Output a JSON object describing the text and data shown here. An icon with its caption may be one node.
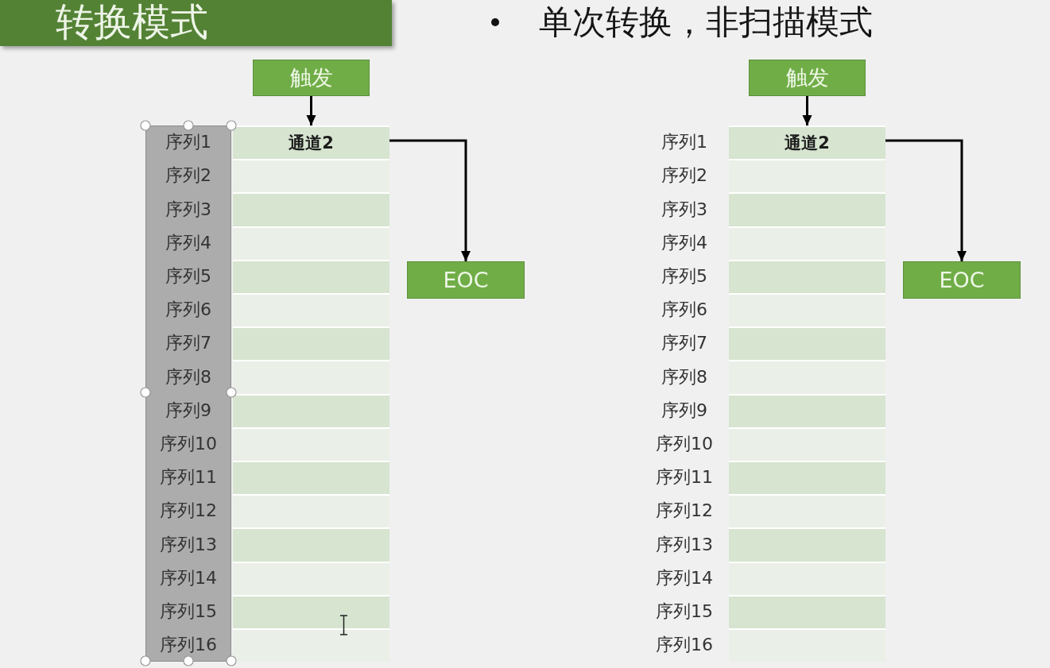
{
  "diagram": {
    "title": "转换模式",
    "nodes": [
      {
        "text": [
          "触发"
        ]
      },
      {
        "text": [
          "通道2"
        ]
      },
      {
        "text": [],
        "shape": "box"
      },
      {
        "text": [],
        "shape": "box"
      },
      {
        "text": [],
        "shape": "box"
      },
      {
        "text": [],
        "shape": "box"
      },
      {
        "text": [],
        "shape": "box"
      },
      {
        "text": [],
        "shape": "box"
      },
      {
        "text": [],
        "shape": "box"
      },
      {
        "text": [],
        "shape": "box"
      },
      {
        "text": [],
        "shape": "box"
      },
      {
        "text": [],
        "shape": "box"
      },
      {
        "text": [],
        "shape": "box"
      },
      {
        "text": [],
        "shape": "box"
      },
      {
        "text": [],
        "shape": "box"
      },
      {
        "text": [],
        "shape": "box"
      },
      {
        "text": [],
        "shape": "box"
      },
      {
        "text": [
          "EOC"
        ]
      },
      {
        "text": [
          "触发"
        ]
      },
      {
        "text": [
          "通道2"
        ]
      },
      {
        "text": [],
        "shape": "box"
      },
      {
        "text": [],
        "shape": "box"
      },
      {
        "text": [],
        "shape": "box"
      },
      {
        "text": [],
        "shape": "box"
      },
      {
        "text": [],
        "shape": "box"
      },
      {
        "text": [],
        "shape": "box"
      },
      {
        "text": [],
        "shape": "box"
      },
      {
        "text": [],
        "shape": "box"
      },
      {
        "text": [],
        "shape": "box"
      },
      {
        "text": [],
        "shape": "box"
      },
      {
        "text": [],
        "shape": "box"
      },
      {
        "text": [],
        "shape": "box"
      },
      {
        "text": [],
        "shape": "box"
      },
      {
        "text": [],
        "shape": "box"
      },
      {
        "text": [],
        "shape": "box"
      },
      {
        "text": [
          "EOC"
        ]
      }
    ],
    "edges": [
      {
        "from": 0,
        "to": 1,
        "arrow": "to"
      },
      {
        "from": 1,
        "to": 17,
        "arrow": "to"
      },
      {
        "from": 18,
        "to": 19,
        "arrow": "to"
      },
      {
        "from": 19,
        "to": 35,
        "arrow": "to"
      }
    ],
    "labels": [
      "单次转换，非扫描模式",
      "序列1",
      "序列2",
      "序列3",
      "序列4",
      "序列5",
      "序列6",
      "序列7",
      "序列8",
      "序列9",
      "序列10",
      "序列11",
      "序列12",
      "序列13",
      "序列14",
      "序列15",
      "序列16",
      "序列1",
      "序列2",
      "序列3",
      "序列4",
      "序列5",
      "序列6",
      "序列7",
      "序列8",
      "序列9",
      "序列10",
      "序列11",
      "序列12",
      "序列13",
      "序列14",
      "序列15",
      "序列16"
    ]
  }
}
